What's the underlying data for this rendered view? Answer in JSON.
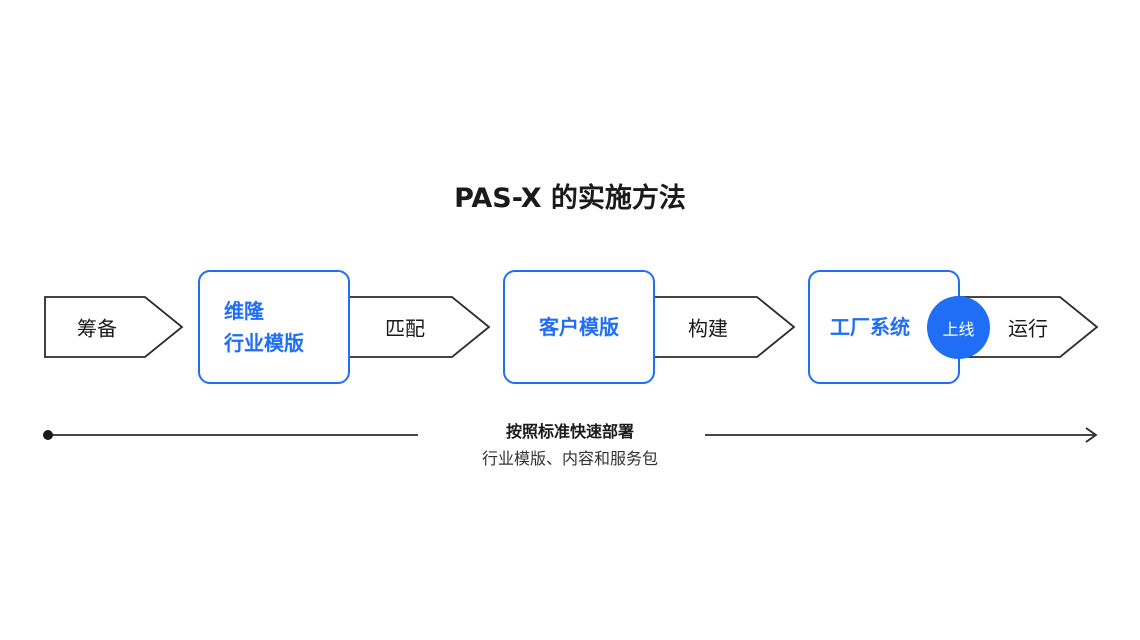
{
  "title": "PAS-X 的实施方法",
  "steps": [
    "筹备",
    "匹配",
    "构建",
    "运行"
  ],
  "stages": {
    "stage1_line1": "维隆",
    "stage1_line2": "行业模版",
    "stage2": "客户模版",
    "stage3": "工厂系统"
  },
  "badge": "上线",
  "caption": {
    "main": "按照标准快速部署",
    "sub": "行业模版、内容和服务包"
  },
  "colors": {
    "accent": "#1f6ef5",
    "text": "#1a1a1a",
    "outline": "#2b2b2b"
  }
}
